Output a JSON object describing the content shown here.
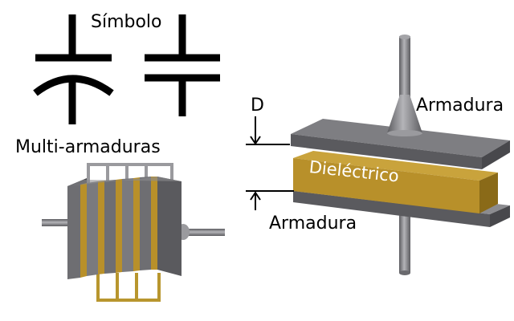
{
  "labels": {
    "symbol": "Símbolo",
    "multi_plates": "Multi-armaduras",
    "distance": "D",
    "plate_top": "Armadura",
    "dielectric": "Dieléctrico",
    "plate_bottom": "Armadura"
  },
  "colors": {
    "symbol_stroke": "#000000",
    "plate_gray": "#6e6e72",
    "plate_light": "#8c8c90",
    "plate_dark": "#4a4a4e",
    "dielectric_gold": "#b8902a",
    "dielectric_dark": "#8a6a18",
    "rod_gray": "#8a8a8e",
    "wire_gold": "#b8962e"
  },
  "icons": {
    "polarized_symbol": "polarized-capacitor-symbol-icon",
    "capacitor_symbol": "capacitor-symbol-icon"
  }
}
